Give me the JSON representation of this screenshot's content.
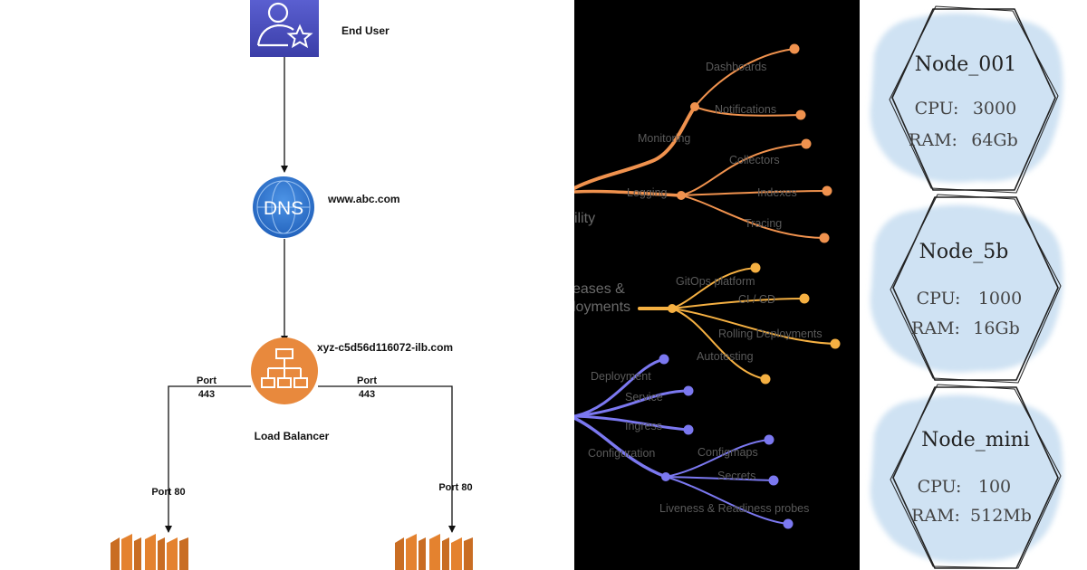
{
  "architecture": {
    "end_user_label": "End User",
    "dns_icon_text": "DNS",
    "dns_domain": "www.abc.com",
    "lb_host": "xyz-c5d56d116072-ilb.com",
    "lb_label": "Load Balancer",
    "left_in_port": [
      "Port",
      "443"
    ],
    "right_in_port": [
      "Port",
      "443"
    ],
    "left_out_port": "Port 80",
    "right_out_port": "Port 80",
    "icons": [
      "user-star-icon",
      "dns-globe-icon",
      "load-balancer-icon",
      "server-stack-icon"
    ],
    "colors": {
      "user_box": "#4649b8",
      "dns": "#2e73c9",
      "lb": "#e8893d",
      "server": "#e4822f"
    }
  },
  "mindmap": {
    "partial_labels": {
      "observability": "ility",
      "releases_1": "eases &",
      "releases_2": "loyments"
    },
    "monitoring": {
      "label": "Monitoring",
      "children": [
        "Dashboards",
        "Notifications"
      ]
    },
    "logging": {
      "label": "Logging",
      "children": [
        "Collectors",
        "Indexes",
        "Tracing"
      ]
    },
    "releases": {
      "children": [
        "GitOps platform",
        "CI / CD",
        "Rolling Deployments",
        "Autotesting"
      ]
    },
    "k8s": {
      "children": [
        "Deployment",
        "Service",
        "Ingress"
      ]
    },
    "configuration": {
      "label": "Configuration",
      "children": [
        "Configmaps",
        "Secrets",
        "Liveness & Readiness probes"
      ]
    },
    "colors": {
      "observability": "#f0924e",
      "releases": "#f5b042",
      "k8s": "#7b78f0"
    }
  },
  "nodes": [
    {
      "name": "Node_001",
      "cpu_label": "CPU:",
      "cpu": "3000",
      "ram_label": "RAM:",
      "ram": "64Gb"
    },
    {
      "name": "Node_5b",
      "cpu_label": "CPU:",
      "cpu": "1000",
      "ram_label": "RAM:",
      "ram": "16Gb"
    },
    {
      "name": "Node_mini",
      "cpu_label": "CPU:",
      "cpu": "100",
      "ram_label": "RAM:",
      "ram": "512Mb"
    }
  ],
  "node_colors": {
    "fill": "#cfe2f3",
    "stroke": "#222222"
  }
}
